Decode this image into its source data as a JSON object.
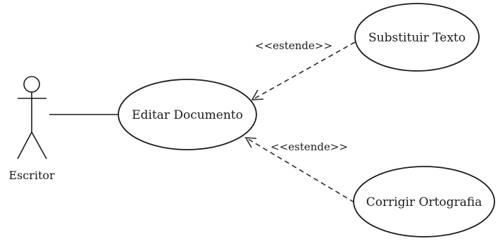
{
  "actor": {
    "name": "Escritor"
  },
  "use_cases": {
    "editar": "Editar Documento",
    "substituir": "Substituir Texto",
    "corrigir": "Corrigir Ortografia"
  },
  "relations": {
    "extend_top": "<<estende>>",
    "extend_bottom": "<<estende>>"
  }
}
